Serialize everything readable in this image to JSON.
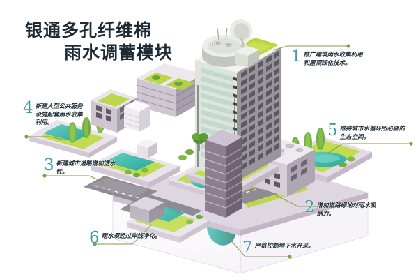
{
  "meta": {
    "background_color": "#ffffff",
    "accent_number_color": "#3a9b9b",
    "leader_line_color": "#8a9a4a",
    "text_color": "#20303a"
  },
  "title": {
    "line1": "银通多孔纤维棉",
    "line2": "雨水调蓄模块"
  },
  "callouts": [
    {
      "number": "1",
      "text": "推广建筑雨水收集利用和屋顶绿化技术。",
      "target": "rooftop-garden-tower"
    },
    {
      "number": "2",
      "text": "增加道路绿地对雨水吸纳力。",
      "target": "roadside-green-belt"
    },
    {
      "number": "3",
      "text": "新建城市道路增加透水性。",
      "target": "permeable-road"
    },
    {
      "number": "4",
      "text": "新建大型公共服务设施配套雨水收集利用。",
      "target": "public-facility-pool"
    },
    {
      "number": "5",
      "text": "维持城市水循环所必要的生态空间。",
      "target": "eco-pond"
    },
    {
      "number": "6",
      "text": "雨水须经过岸线净化。",
      "target": "shoreline-purification"
    },
    {
      "number": "7",
      "text": "严格控制地下水开采。",
      "target": "groundwater-reservoir"
    }
  ],
  "scene": {
    "name": "isometric-sponge-city-illustration",
    "palette": {
      "ground_top": "#e8e2ea",
      "ground_side": "#d6cbd8",
      "ground_front": "#cdc0d0",
      "lawn": "#bcd94a",
      "lawn_dark": "#a8c83c",
      "water": "#3fb8ad",
      "water_light": "#6fd2c6",
      "road": "#8d8d93",
      "road_light": "#b9b6bd",
      "building_light": "#eceaec",
      "building_mid": "#cfc7d2",
      "building_dark": "#8e8894",
      "tower_face": "#9b969c",
      "tower_light": "#dfe3dc",
      "tree_green": "#7ab648",
      "tree_dark": "#4f8c33",
      "underground": "#f4f1f5",
      "groundwater": "#2fa79b"
    },
    "elements": [
      {
        "name": "main-tower",
        "label": "高层塔楼"
      },
      {
        "name": "rooftop-garden",
        "label": "屋顶绿化"
      },
      {
        "name": "satellite-dish",
        "label": "卫星天线"
      },
      {
        "name": "rooftop-equipment",
        "label": "屋顶设备"
      },
      {
        "name": "public-facility-pool",
        "label": "公共服务设施蓄水池"
      },
      {
        "name": "permeable-road",
        "label": "透水道路"
      },
      {
        "name": "eco-pond",
        "label": "生态水塘"
      },
      {
        "name": "fountain-plaza",
        "label": "喷泉广场"
      },
      {
        "name": "groundwater-reservoir",
        "label": "地下水"
      },
      {
        "name": "street-trees",
        "label": "行道树"
      }
    ]
  }
}
